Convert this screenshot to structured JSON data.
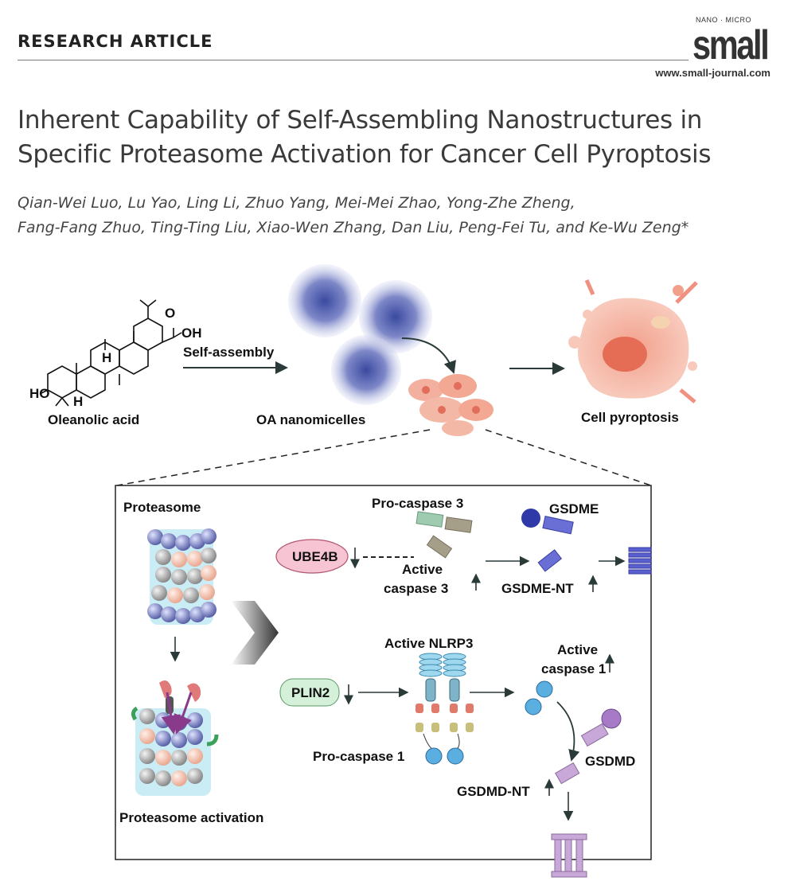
{
  "header": {
    "section": "RESEARCH ARTICLE",
    "journal_small": "NANO · MICRO",
    "journal_logo": "small",
    "url": "www.small-journal.com"
  },
  "article": {
    "title_line1": "Inherent Capability of Self-Assembling Nanostructures in",
    "title_line2": "Specific Proteasome Activation for Cancer Cell Pyroptosis",
    "authors_line1": "Qian-Wei Luo, Lu Yao, Ling Li, Zhuo Yang, Mei-Mei Zhao, Yong-Zhe Zheng,",
    "authors_line2": "Fang-Fang Zhuo, Ting-Ting Liu, Xiao-Wen Zhang, Dan Liu, Peng-Fei Tu, and Ke-Wu Zeng*"
  },
  "figure": {
    "oleanolic_acid": "Oleanolic acid",
    "ho": "HO",
    "oh": "OH",
    "o": "O",
    "h": "H",
    "self_assembly": "Self-assembly",
    "nanomicelles": "OA nanomicelles",
    "cell_pyroptosis": "Cell pyroptosis",
    "proteasome": "Proteasome",
    "proteasome_activation": "Proteasome activation",
    "ube4b": "UBE4B",
    "pro_caspase3": "Pro-caspase 3",
    "active": "Active",
    "caspase3": "caspase 3",
    "gsdme": "GSDME",
    "gsdme_nt": "GSDME-NT",
    "active_nlrp3": "Active NLRP3",
    "plin2": "PLIN2",
    "pro_caspase1": "Pro-caspase 1",
    "caspase1": "caspase 1",
    "gsdmd": "GSDMD",
    "gsdmd_nt": "GSDMD-NT"
  }
}
